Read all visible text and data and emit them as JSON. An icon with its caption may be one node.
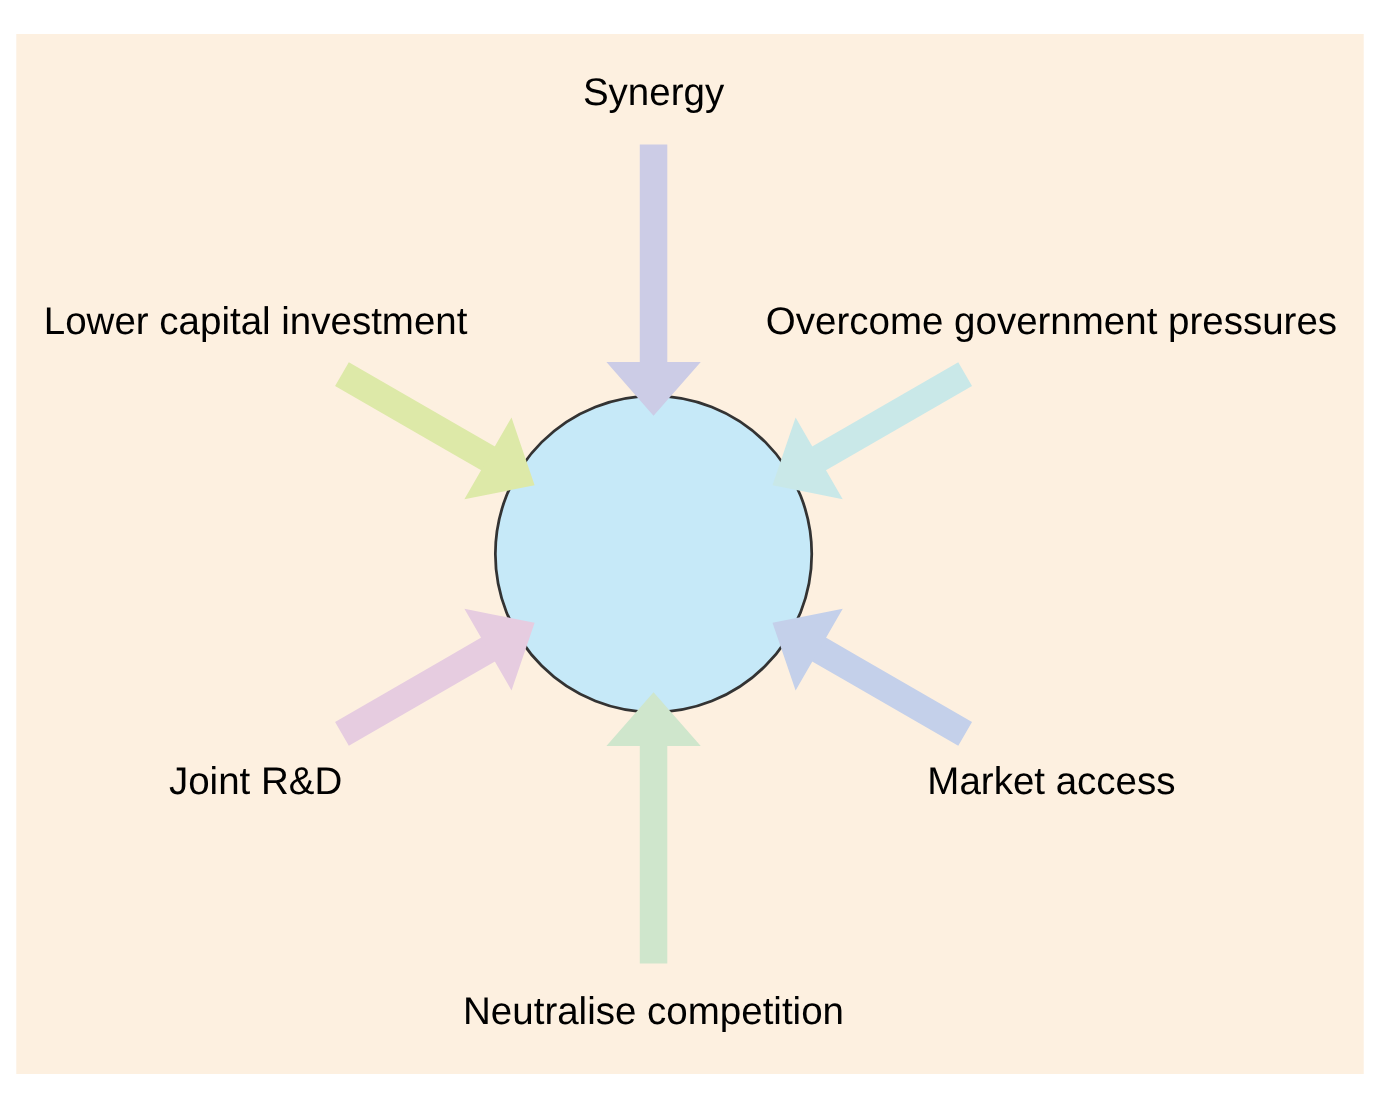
{
  "diagram": {
    "nodes": [
      {
        "text": [
          "Overcome government pressures"
        ]
      },
      {
        "text": [
          "Synergy"
        ]
      },
      {
        "text": [
          "Lower capital investment"
        ]
      },
      {
        "text": [],
        "shape": "circle"
      },
      {
        "text": [
          "Joint R&D"
        ]
      },
      {
        "text": [
          "Neutralise competition"
        ]
      },
      {
        "text": [
          "Market access"
        ]
      }
    ],
    "edges": [
      {
        "from": 0,
        "to": 3,
        "arrow": "to",
        "color": "#c9e8e8"
      },
      {
        "from": 1,
        "to": 3,
        "arrow": "to",
        "color": "#cccce6"
      },
      {
        "from": 2,
        "to": 3,
        "arrow": "to",
        "color": "#dde9a8"
      },
      {
        "from": 4,
        "to": 3,
        "arrow": "to",
        "color": "#e6cce0"
      },
      {
        "from": 5,
        "to": 3,
        "arrow": "to",
        "color": "#cfe6cc"
      },
      {
        "from": 6,
        "to": 3,
        "arrow": "to",
        "color": "#c4d0ea"
      }
    ]
  }
}
